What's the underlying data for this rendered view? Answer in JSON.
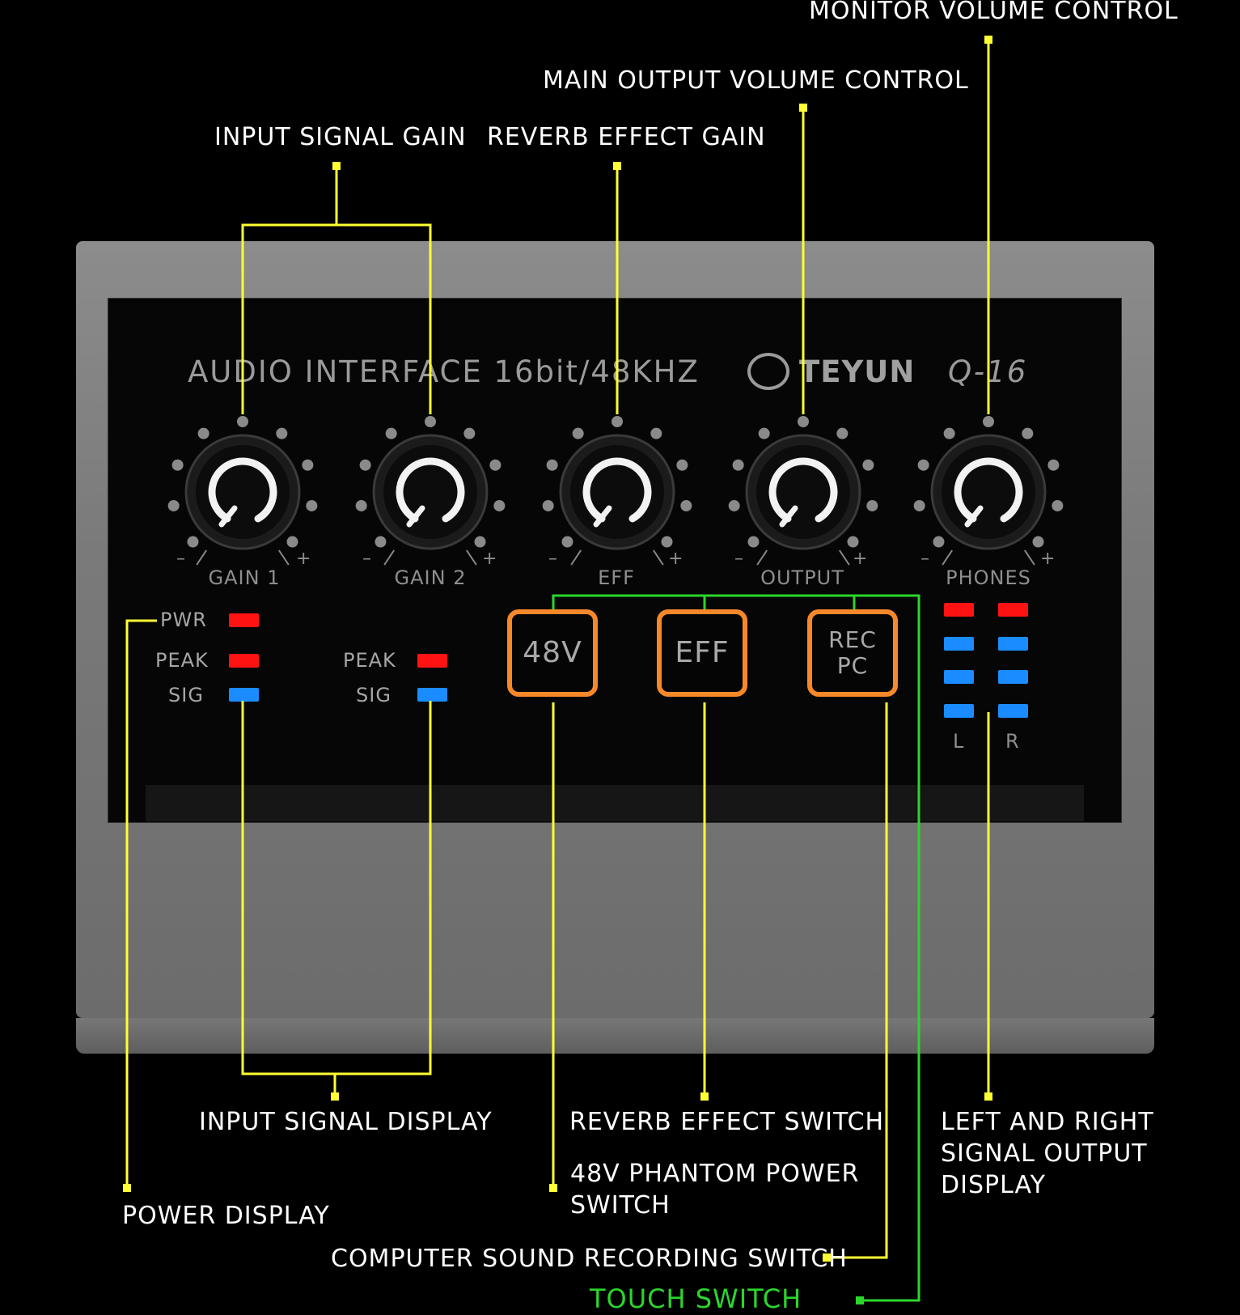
{
  "callouts": {
    "monitor_volume": "MONITOR VOLUME CONTROL",
    "main_output_volume": "MAIN OUTPUT VOLUME CONTROL",
    "input_signal_gain": "INPUT SIGNAL GAIN",
    "reverb_effect_gain": "REVERB EFFECT GAIN",
    "input_signal_display": "INPUT SIGNAL DISPLAY",
    "reverb_effect_switch": "REVERB EFFECT SWITCH",
    "lr_output_display": "LEFT AND RIGHT SIGNAL OUTPUT DISPLAY",
    "phantom_power_switch": "48V PHANTOM POWER SWITCH",
    "power_display": "POWER DISPLAY",
    "computer_recording_switch": "COMPUTER SOUND RECORDING SWITCH",
    "touch_switch": "TOUCH SWITCH"
  },
  "device": {
    "title": "AUDIO INTERFACE 16bit/48KHZ",
    "brand": "TEYUN",
    "model": "Q-16",
    "knobs": [
      {
        "label": "GAIN 1"
      },
      {
        "label": "GAIN 2"
      },
      {
        "label": "EFF"
      },
      {
        "label": "OUTPUT"
      },
      {
        "label": "PHONES"
      }
    ],
    "minus": "–",
    "plus": "+",
    "leds": {
      "pwr": "PWR",
      "peak": "PEAK",
      "sig": "SIG"
    },
    "switches": {
      "phantom": "48V",
      "eff": "EFF",
      "rec_line1": "REC",
      "rec_line2": "PC"
    },
    "output_meter": {
      "left": "L",
      "right": "R"
    }
  },
  "colors": {
    "callout_line": "#ffff33",
    "touch_line": "#2bd62b",
    "switch_border": "#f7882a",
    "led_red": "#ff1212",
    "led_blue": "#1a8cff"
  }
}
